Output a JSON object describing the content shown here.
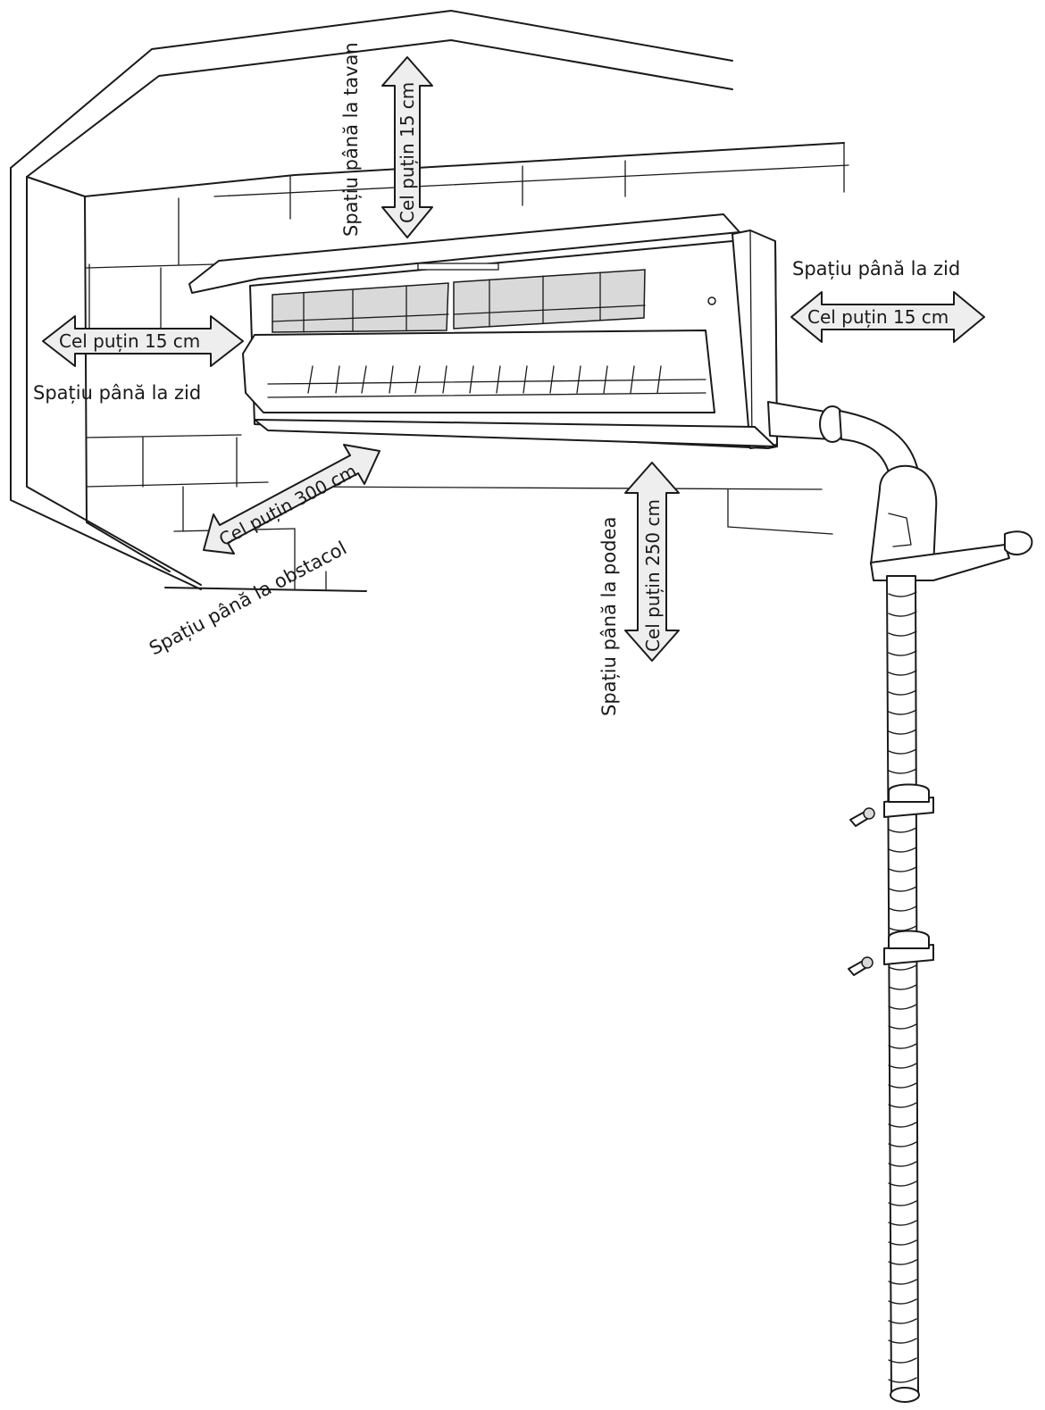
{
  "labels": {
    "ceiling_space": "Spațiu până la tavan",
    "ceiling_min": "Cel puțin 15 cm",
    "left_wall_space": "Spațiu până la zid",
    "left_wall_min": "Cel puțin 15 cm",
    "right_wall_space": "Spațiu până la zid",
    "right_wall_min": "Cel puțin 15 cm",
    "obstacle_space": "Spațiu până la obstacol",
    "obstacle_min": "Cel puțin 300 cm",
    "floor_space": "Spațiu până la podea",
    "floor_min": "Cel puțin 250 cm"
  }
}
